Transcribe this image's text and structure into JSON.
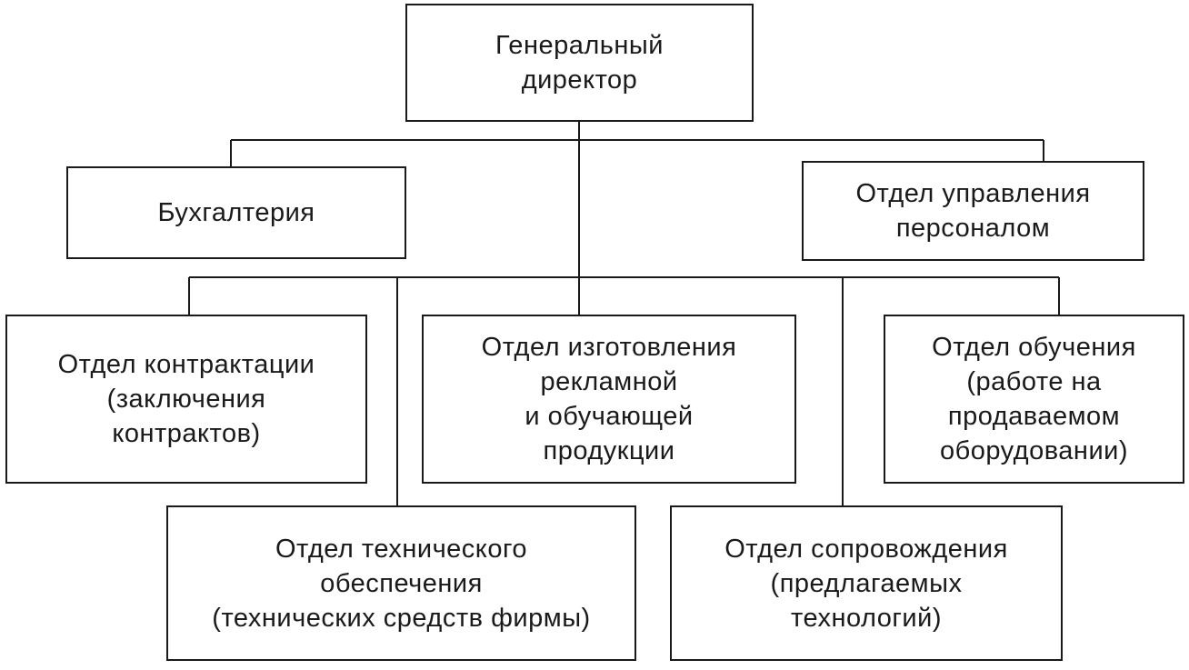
{
  "org_chart": {
    "director": {
      "lines": [
        "Генеральный",
        "директор"
      ]
    },
    "accounting": {
      "lines": [
        "Бухгалтерия"
      ]
    },
    "hr": {
      "lines": [
        "Отдел управления",
        "персоналом"
      ]
    },
    "contracting": {
      "lines": [
        "Отдел контрактации",
        "(заключения",
        "контрактов)"
      ]
    },
    "advertising": {
      "lines": [
        "Отдел изготовления",
        "рекламной",
        "и обучающей",
        "продукции"
      ]
    },
    "training": {
      "lines": [
        "Отдел обучения",
        "(работе на",
        "продаваемом",
        "оборудовании)"
      ]
    },
    "technical": {
      "lines": [
        "Отдел технического",
        "обеспечения",
        "(технических средств фирмы)"
      ]
    },
    "support": {
      "lines": [
        "Отдел сопровождения",
        "(предлагаемых",
        "технологий)"
      ]
    }
  },
  "colors": {
    "line": "#1a1a1a",
    "background": "#ffffff"
  }
}
